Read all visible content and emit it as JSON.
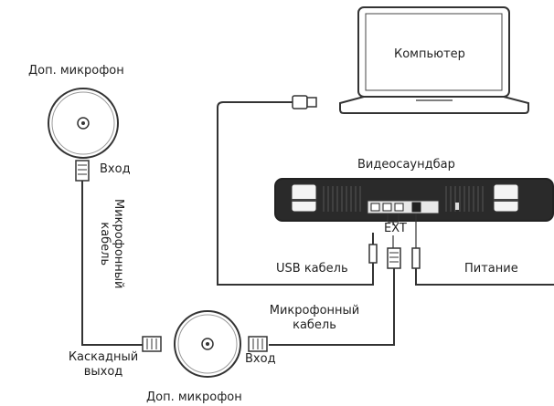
{
  "labels": {
    "computer": "Компьютер",
    "aux_mic_top": "Доп. микрофон",
    "input_top": "Вход",
    "mic_cable_vertical_line1": "Микрофонный",
    "mic_cable_vertical_line2": "кабель",
    "videosoundbar": "Видеосаундбар",
    "ext": "EXT",
    "usb_cable": "USB кабель",
    "power": "Питание",
    "mic_cable_mid_line1": "Микрофонный",
    "mic_cable_mid_line2": "кабель",
    "cascade_out_line1": "Каскадный",
    "cascade_out_line2": "выход",
    "input_bottom": "Вход",
    "aux_mic_bottom": "Доп. микрофон"
  },
  "colors": {
    "line": "#333333",
    "background": "#ffffff",
    "device_dark": "#2a2a2a",
    "device_light": "#f4f4f4"
  }
}
